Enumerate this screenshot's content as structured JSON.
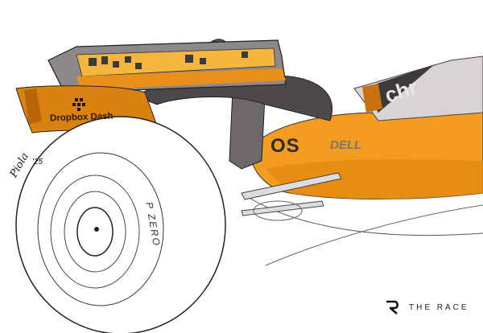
{
  "illustration": {
    "subject": "Rear wing and rear corner of orange F1 car, technical drawing",
    "colors": {
      "papaya": "#f39c1f",
      "papaya_dark": "#c46a0a",
      "carbon": "#4a4548",
      "carbon_light": "#8a8688",
      "line": "#222222",
      "background": "#ffffff"
    },
    "labels": {
      "endplate_sponsor": "Dropbox Dash",
      "engine_cover_sponsor_1": "OS",
      "engine_cover_sponsor_2": "DELL",
      "sidepod_sponsor": "chr",
      "tyre_text": "P ZERO",
      "signature": "Piola",
      "signature_year": "'25"
    }
  },
  "branding": {
    "logo_glyph": "R",
    "name": "THE RACE"
  }
}
